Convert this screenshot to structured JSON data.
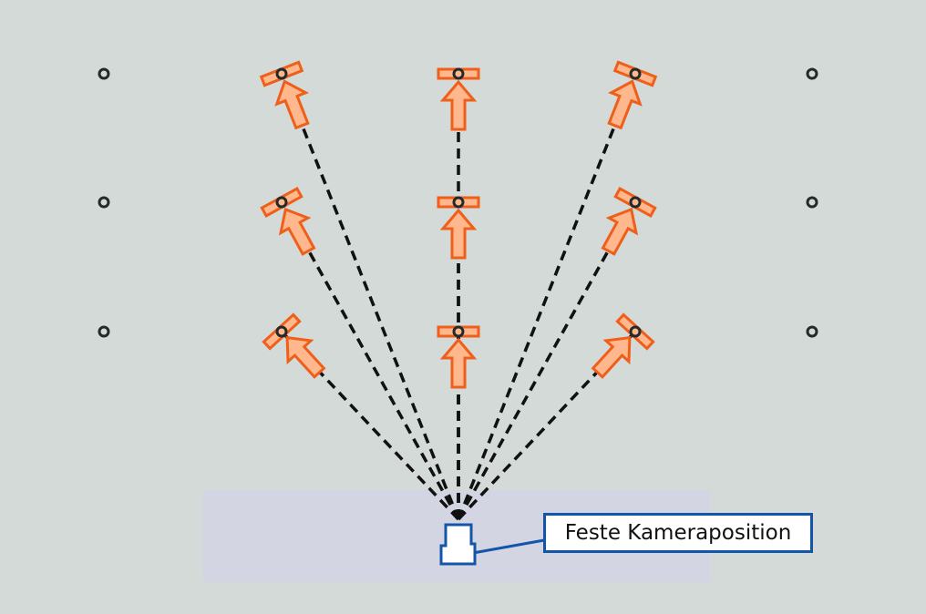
{
  "camera_label": "Feste Kameraposition",
  "colors": {
    "background": "#d3dad8",
    "camera_zone": "#d3d6e2",
    "arrow_stroke": "#f05f1a",
    "arrow_fill": "#ffb88e",
    "marker": "#222a2a",
    "sight_line": "#111111",
    "callout": "#1355a8"
  },
  "icons": {
    "camera": "camera-icon",
    "light_stand": "light-stand-icon",
    "marker": "position-marker-icon"
  },
  "grid": {
    "columns": 5,
    "rows": 3
  },
  "target_positions": [
    {
      "col": 1,
      "row": 0
    },
    {
      "col": 2,
      "row": 0
    },
    {
      "col": 3,
      "row": 0
    },
    {
      "col": 1,
      "row": 1
    },
    {
      "col": 2,
      "row": 1
    },
    {
      "col": 3,
      "row": 1
    },
    {
      "col": 1,
      "row": 2
    },
    {
      "col": 2,
      "row": 2
    },
    {
      "col": 3,
      "row": 2
    }
  ]
}
